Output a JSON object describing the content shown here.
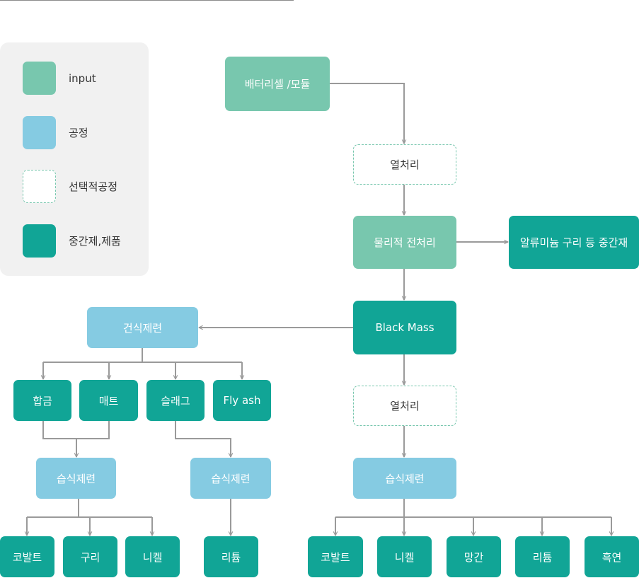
{
  "legend": {
    "input": "input",
    "process": "공정",
    "optional": "선택적공정",
    "product": "중간제,제품"
  },
  "colors": {
    "input": "#78c7ae",
    "process": "#85cbe2",
    "product": "#11a596",
    "optional_border": "#78c7ae",
    "connector": "#9a9a9a"
  },
  "nodes": {
    "battery": "배터리셀 /모듈",
    "heat1": "열처리",
    "physical": "물리적 전처리",
    "al_cu": "알류미늄 구리 등 중간재",
    "black_mass": "Black Mass",
    "dry": "건식제련",
    "heat2": "열처리",
    "wet_main": "습식제련",
    "alloy": "합금",
    "matte": "매트",
    "slag": "슬래그",
    "fly_ash": "Fly ash",
    "wet_left": "습식제련",
    "wet_mid": "습식제련",
    "cobalt_l": "코발트",
    "copper_l": "구리",
    "nickel_l": "니켈",
    "lithium_m": "리튬",
    "cobalt_r": "코발트",
    "nickel_r": "니켈",
    "manganese_r": "망간",
    "lithium_r": "리튬",
    "graphite_r": "흑연"
  }
}
